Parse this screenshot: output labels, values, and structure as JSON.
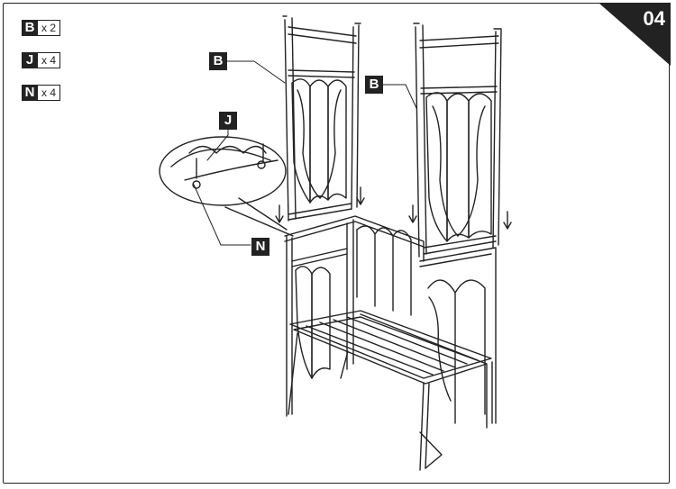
{
  "step": {
    "number": "04"
  },
  "parts_list": [
    {
      "letter": "B",
      "quantity": "x 2"
    },
    {
      "letter": "J",
      "quantity": "x 4"
    },
    {
      "letter": "N",
      "quantity": "x 4"
    }
  ],
  "callouts": {
    "panel_left": "B",
    "panel_right": "B",
    "detail_j": "J",
    "detail_n": "N"
  },
  "colors": {
    "ink": "#222222",
    "badge": "#222222",
    "background": "#ffffff"
  }
}
